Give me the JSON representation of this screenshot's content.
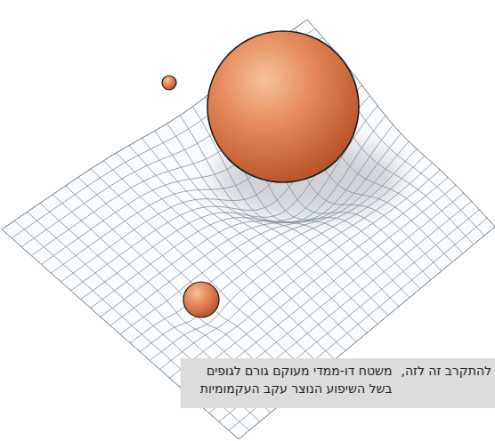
{
  "diagram": {
    "labels": [
      "משטח דו-ממדי מעוקם גורם לגופים",
      "להתקרב זה לזה,",
      "בשל השיפוע הנוצר עקב העקמומיות"
    ]
  }
}
